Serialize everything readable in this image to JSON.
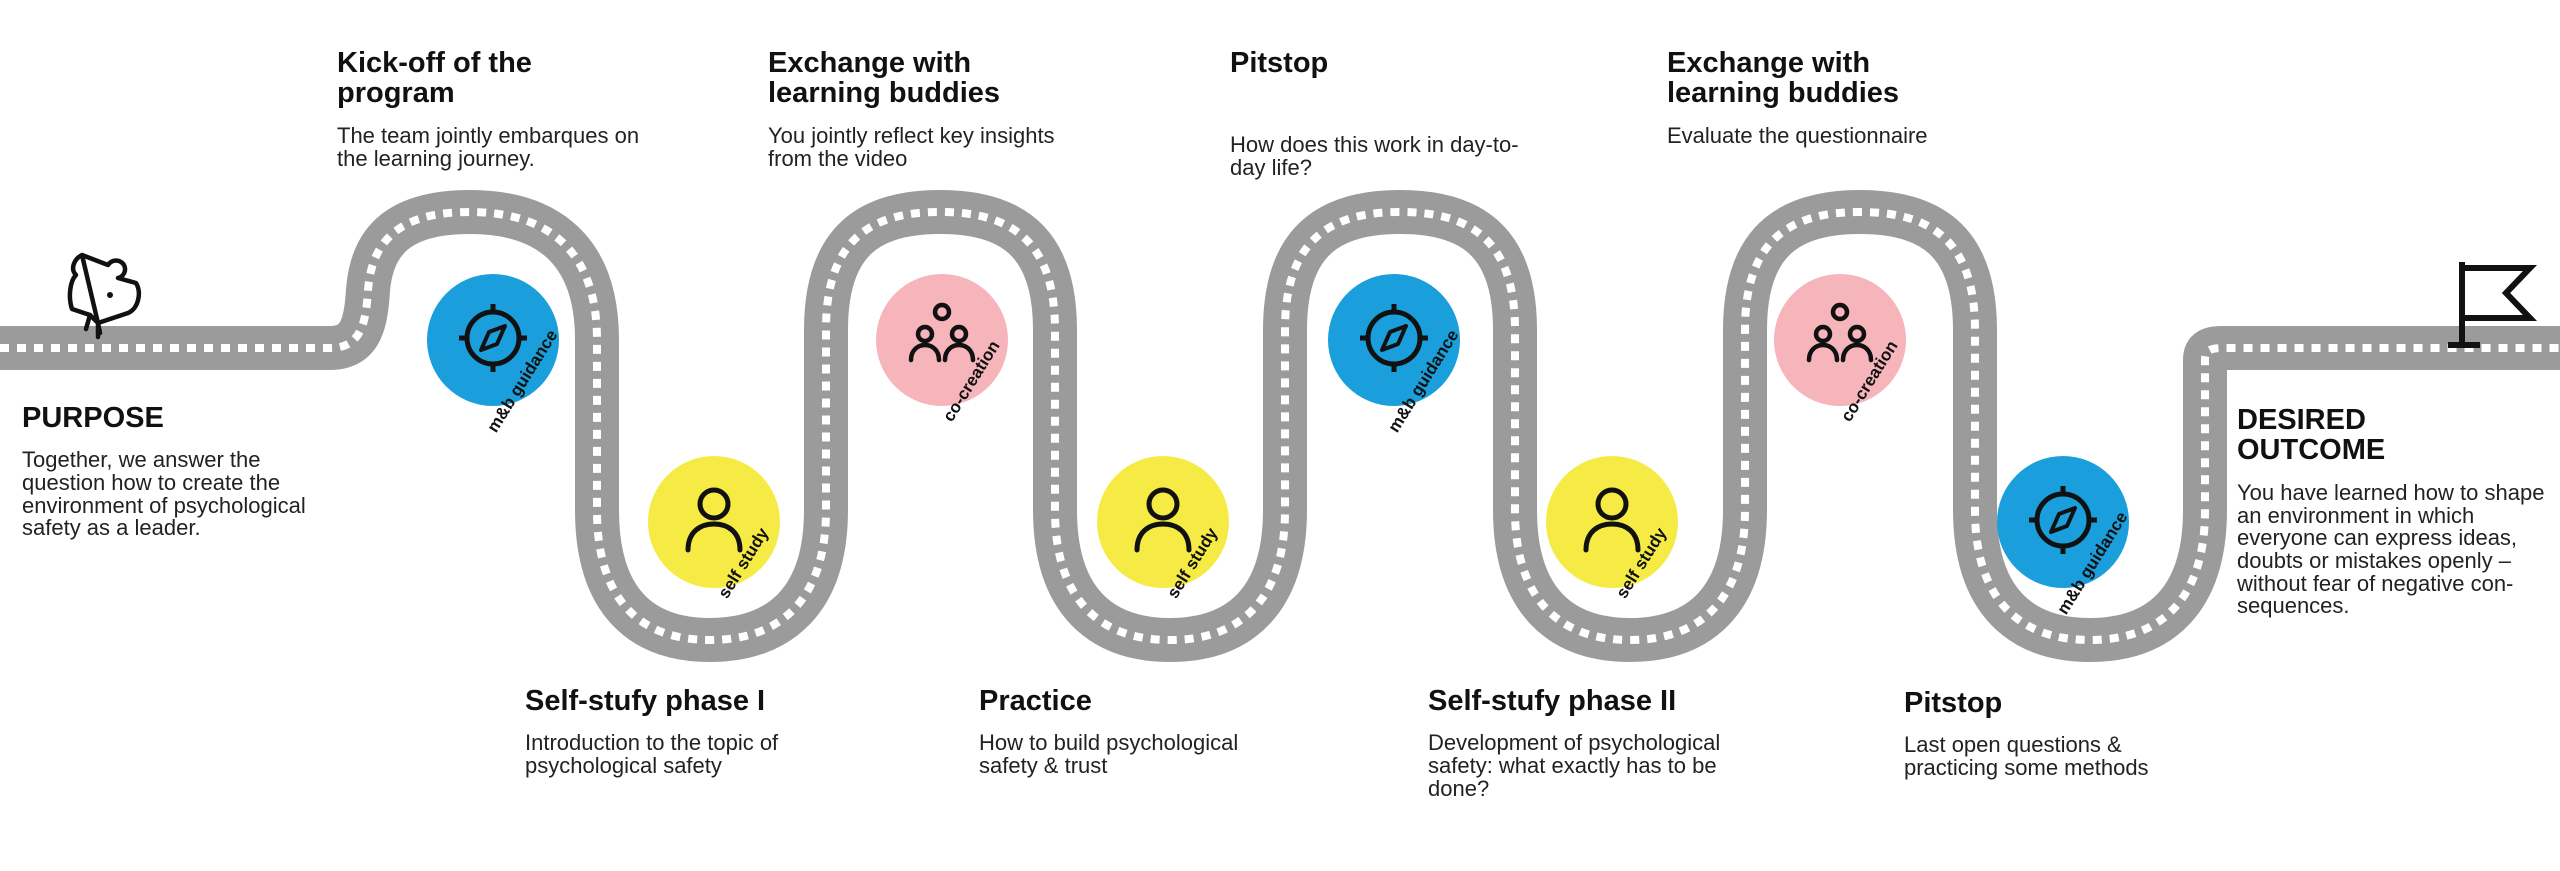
{
  "purpose": {
    "title": "PURPOSE",
    "text": "Together, we answer the question how to create the environment of psychological safety as a leader."
  },
  "outcome": {
    "title": "DESIRED OUTCOME",
    "text": "You have learned how to shape an environment in which everyone can express ideas, doubts or mistakes openly – without fear of negative con-sequences."
  },
  "steps_top": [
    {
      "title": "Kick-off of the program",
      "text": "The team jointly embarques on the learning journey."
    },
    {
      "title": "Exchange with learning buddies",
      "text": "You jointly reflect key insights from the video"
    },
    {
      "title": "Pitstop",
      "text": "How does this work in day-to-day life?"
    },
    {
      "title": "Exchange with learning buddies",
      "text": "Evaluate the questionnaire"
    }
  ],
  "steps_bottom": [
    {
      "title": "Self-stufy phase I",
      "text": "Introduction to the topic of psychological safety"
    },
    {
      "title": "Practice",
      "text": "How to build psychological safety & trust"
    },
    {
      "title": "Self-stufy phase II",
      "text": "Development of psychological safety: what exactly has to be done?"
    },
    {
      "title": "Pitstop",
      "text": "Last open questions & practicing some methods"
    }
  ],
  "badges": [
    {
      "type": "guidance",
      "label": "m&b guidance",
      "color": "#1a9fdc",
      "icon": "compass-icon"
    },
    {
      "type": "self-study",
      "label": "self study",
      "color": "#f6eb45",
      "icon": "person-icon"
    },
    {
      "type": "co-creation",
      "label": "co-creation",
      "color": "#f6b4bb",
      "icon": "group-icon"
    },
    {
      "type": "self-study",
      "label": "self study",
      "color": "#f6eb45",
      "icon": "person-icon"
    },
    {
      "type": "guidance",
      "label": "m&b guidance",
      "color": "#1a9fdc",
      "icon": "compass-icon"
    },
    {
      "type": "self-study",
      "label": "self study",
      "color": "#f6eb45",
      "icon": "person-icon"
    },
    {
      "type": "co-creation",
      "label": "co-creation",
      "color": "#f6b4bb",
      "icon": "group-icon"
    },
    {
      "type": "guidance",
      "label": "m&b guidance",
      "color": "#1a9fdc",
      "icon": "compass-icon"
    }
  ],
  "colors": {
    "road": "#9b9b9b",
    "dashes": "#ffffff",
    "text": "#111111"
  },
  "icons": {
    "start": "puzzle-piece-icon",
    "finish": "finish-flag-icon"
  }
}
